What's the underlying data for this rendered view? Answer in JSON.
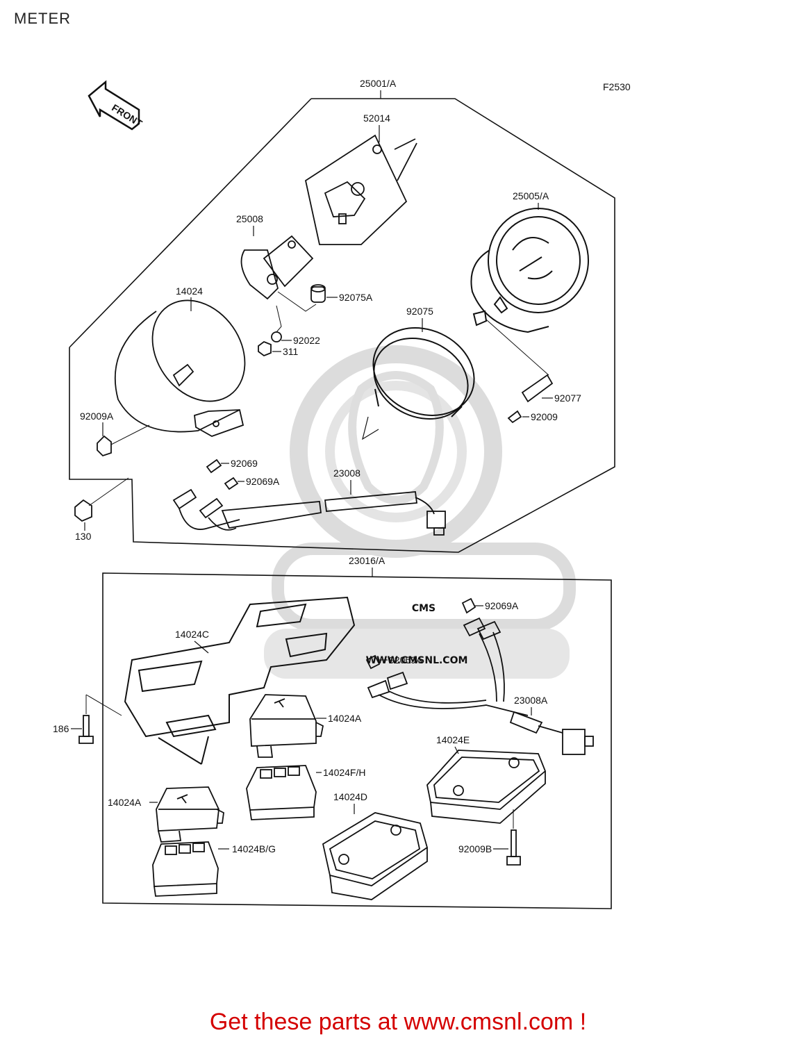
{
  "page_title": "METER",
  "figure_code": "F2530",
  "front_arrow_label": "FRONT",
  "watermark": {
    "brand": "CMS",
    "url": "WWW.CMSNL.COM"
  },
  "labels": {
    "25001A": "25001/A",
    "52014": "52014",
    "25005A": "25005/A",
    "25008": "25008",
    "14024": "14024",
    "92075A": "92075A",
    "92075": "92075",
    "92022": "92022",
    "311": "311",
    "92009A": "92009A",
    "92077": "92077",
    "92009": "92009",
    "92069_top": "92069",
    "92069A_top": "92069A",
    "23008": "23008",
    "130": "130",
    "23016A": "23016/A",
    "14024C": "14024C",
    "92069A_r1": "92069A",
    "92069A_r2": "92069A",
    "23008A": "23008A",
    "186": "186",
    "14024A_1": "14024A",
    "14024E": "14024E",
    "14024FH": "14024F/H",
    "14024A_2": "14024A",
    "14024D": "14024D",
    "14024BG": "14024B/G",
    "92009B": "92009B"
  },
  "promo_text": "Get these parts at www.cmsnl.com !",
  "colors": {
    "line": "#111111",
    "watermark": "#d9d9d9",
    "promo": "#d40000"
  }
}
